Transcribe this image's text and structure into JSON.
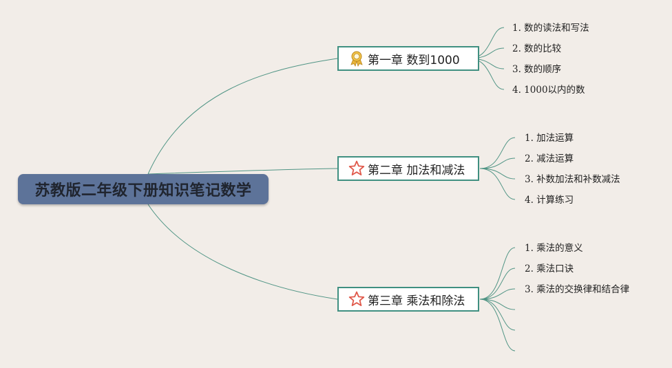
{
  "root": {
    "title": "苏教版二年级下册知识笔记数学"
  },
  "chapters": [
    {
      "title": "第一章 数到1000",
      "icon": "award-ribbon-icon",
      "items": [
        "1. 数的读法和写法",
        "2. 数的比较",
        "3. 数的顺序",
        "4. 1000以内的数"
      ]
    },
    {
      "title": "第二章 加法和减法",
      "icon": "star-icon",
      "items": [
        "1. 加法运算",
        "2. 减法运算",
        "3. 补数加法和补数减法",
        "4. 计算练习"
      ]
    },
    {
      "title": "第三章 乘法和除法",
      "icon": "star-icon",
      "items": [
        "1. 乘法的意义",
        "2. 乘法口诀",
        "3. 乘法的交换律和结合律"
      ]
    }
  ],
  "colors": {
    "root_fill": "#5d7399",
    "edge": "#4f9484",
    "star": "#e0584a",
    "award": "#e8b43a"
  }
}
